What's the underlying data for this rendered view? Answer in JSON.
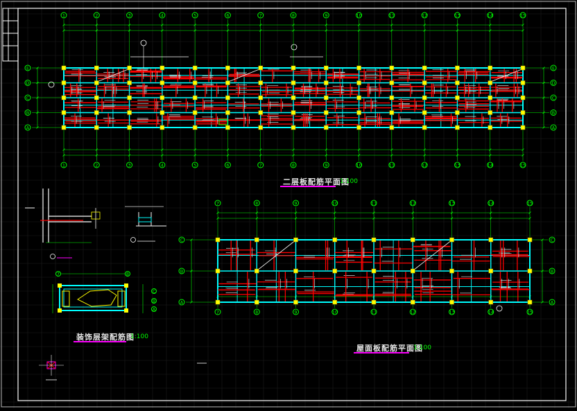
{
  "titles": {
    "second_floor": "二层板配筋平面图",
    "roof": "屋面板配筋平面图",
    "ornament": "装饰层架配筋图"
  },
  "scales": {
    "second_floor": "1:100",
    "roof": "1:100",
    "ornament": "1:100"
  },
  "top_plan": {
    "axes_top": [
      "1",
      "2",
      "3",
      "4",
      "5",
      "6",
      "7",
      "8",
      "9",
      "10",
      "11",
      "12",
      "13",
      "14",
      "15"
    ],
    "axes_side": [
      "A",
      "B",
      "C",
      "D",
      "E"
    ]
  },
  "roof_plan": {
    "axes_top": [
      "7",
      "8",
      "9",
      "10",
      "11",
      "12",
      "13",
      "14",
      "15"
    ],
    "axes_side": [
      "A",
      "B",
      "C"
    ]
  },
  "colors": {
    "background": "#000000",
    "frame": "#ffffff",
    "dimension": "#00ff00",
    "beam": "#00ffff",
    "rebar": "#ff0000",
    "column": "#ffff00",
    "title_underline": "#ff00ff"
  }
}
